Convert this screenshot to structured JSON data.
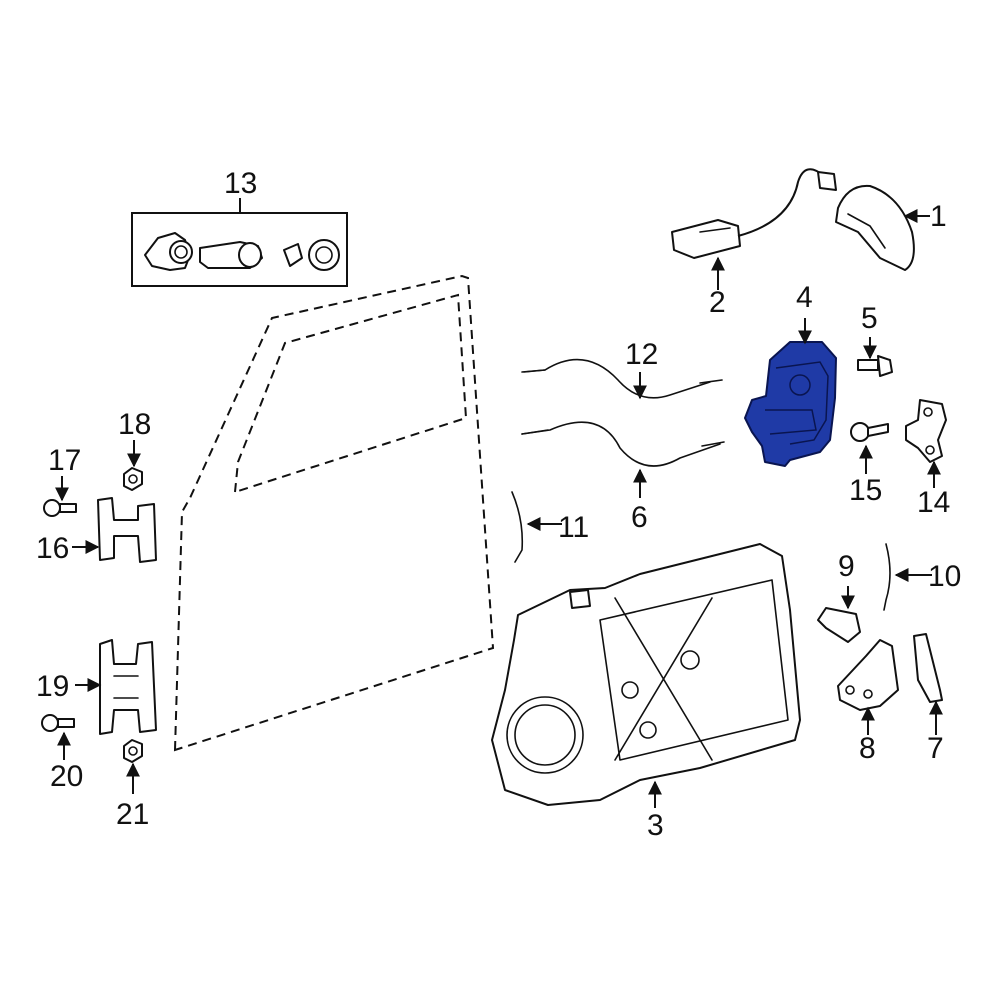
{
  "diagram": {
    "highlight_color": "#1f3aa6",
    "line_color": "#111111",
    "highlighted_part": "4",
    "callouts": [
      "1",
      "2",
      "3",
      "4",
      "5",
      "6",
      "7",
      "8",
      "9",
      "10",
      "11",
      "12",
      "13",
      "14",
      "15",
      "16",
      "17",
      "18",
      "19",
      "20",
      "21"
    ]
  }
}
